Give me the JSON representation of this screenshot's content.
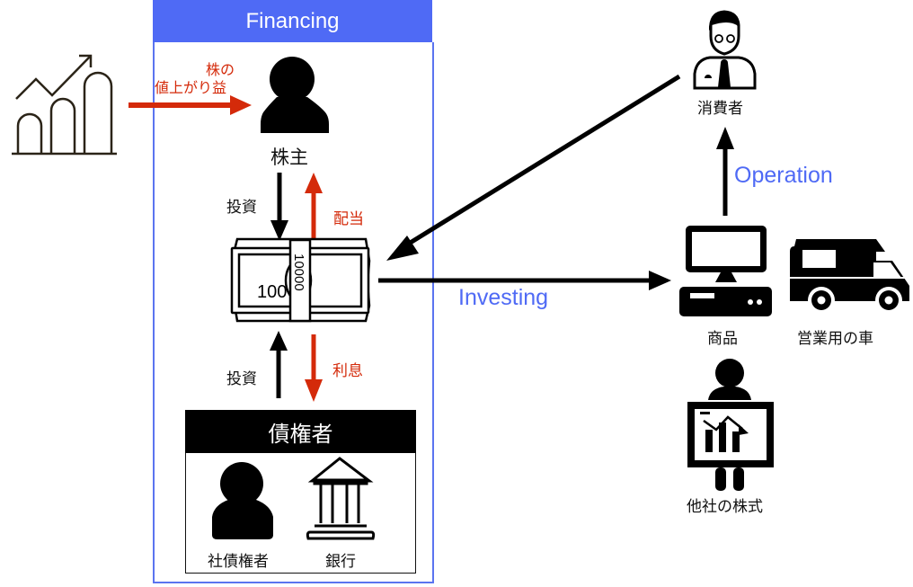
{
  "financing": {
    "title": "Financing",
    "shareholder_label": "株主",
    "capital_gain_label_line1": "株の",
    "capital_gain_label_line2": "値上がり益",
    "investment_label_top": "投資",
    "dividend_label": "配当",
    "investment_label_bottom": "投資",
    "interest_label": "利息",
    "money_bill_value": "100",
    "money_band_value": "10000",
    "creditors": {
      "title": "債権者",
      "items": [
        {
          "label": "社債権者",
          "icon": "person-icon"
        },
        {
          "label": "銀行",
          "icon": "bank-icon"
        }
      ]
    }
  },
  "investing": {
    "label": "Investing",
    "assets": [
      {
        "label": "商品",
        "icon": "computer-icon"
      },
      {
        "label": "営業用の車",
        "icon": "truck-icon"
      },
      {
        "label": "他社の株式",
        "icon": "presenter-chart-icon"
      }
    ]
  },
  "operation": {
    "label": "Operation",
    "consumer_label": "消費者"
  },
  "colors": {
    "accent_blue": "#4f6af5",
    "arrow_red": "#d42a0a",
    "ink": "#000000",
    "chart_icon": "#2b2418"
  }
}
